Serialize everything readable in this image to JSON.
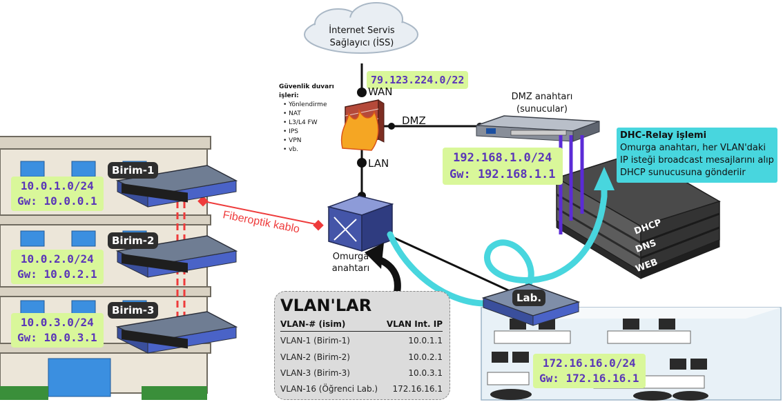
{
  "isp": {
    "line1": "İnternet Servis",
    "line2": "Sağlayıcı (İSS)"
  },
  "wan_net": "79.123.224.0/22",
  "ports": {
    "wan": "WAN",
    "lan": "LAN",
    "dmz": "DMZ"
  },
  "firewall": {
    "title_line1": "Güvenlik duvarı",
    "title_line2": "işleri:",
    "items": [
      "Yönlendirme",
      "NAT",
      "L3/L4 FW",
      "IPS",
      "VPN",
      "vb."
    ]
  },
  "dmz_switch": {
    "line1": "DMZ anahtarı",
    "line2": "(sunucular)"
  },
  "dmz_net": {
    "net": "192.168.1.0/24",
    "gw": "Gw: 192.168.1.1"
  },
  "dhcp_relay": {
    "title": "DHC-Relay işlemi",
    "lines": [
      "Omurga anahtarı, her VLAN'daki",
      "IP isteği broadcast  mesajlarını alıp",
      "DHCP sunucusuna gönderiir"
    ]
  },
  "servers": [
    "DHCP",
    "DNS",
    "WEB"
  ],
  "units": [
    {
      "name": "Birim-1",
      "net": "10.0.1.0/24",
      "gw": "Gw: 10.0.0.1"
    },
    {
      "name": "Birim-2",
      "net": "10.0.2.0/24",
      "gw": "Gw: 10.0.2.1"
    },
    {
      "name": "Birim-3",
      "net": "10.0.3.0/24",
      "gw": "Gw: 10.0.3.1"
    }
  ],
  "fiber_label": "Fiberoptik kablo",
  "core": {
    "line1": "Omurga",
    "line2": "anahtarı"
  },
  "vlan_table": {
    "title": "VLAN'LAR",
    "col1": "VLAN-# (isim)",
    "col2": "VLAN Int. IP",
    "rows": [
      {
        "name": "VLAN-1 (Birim-1)",
        "ip": "10.0.1.1"
      },
      {
        "name": "VLAN-2 (Birim-2)",
        "ip": "10.0.2.1"
      },
      {
        "name": "VLAN-3 (Birim-3)",
        "ip": "10.0.3.1"
      },
      {
        "name": "VLAN-16 (Öğrenci Lab.)",
        "ip": "172.16.16.1"
      }
    ]
  },
  "lab": {
    "name": "Lab.",
    "net": "172.16.16.0/24",
    "gw": "Gw: 172.16.16.1"
  },
  "colors": {
    "accent_cyan": "#48d6de",
    "net_bg": "#d9f79a",
    "net_text": "#5a36b8",
    "fiber": "#ee3b3b",
    "dmz_link": "#5b2bd6"
  }
}
